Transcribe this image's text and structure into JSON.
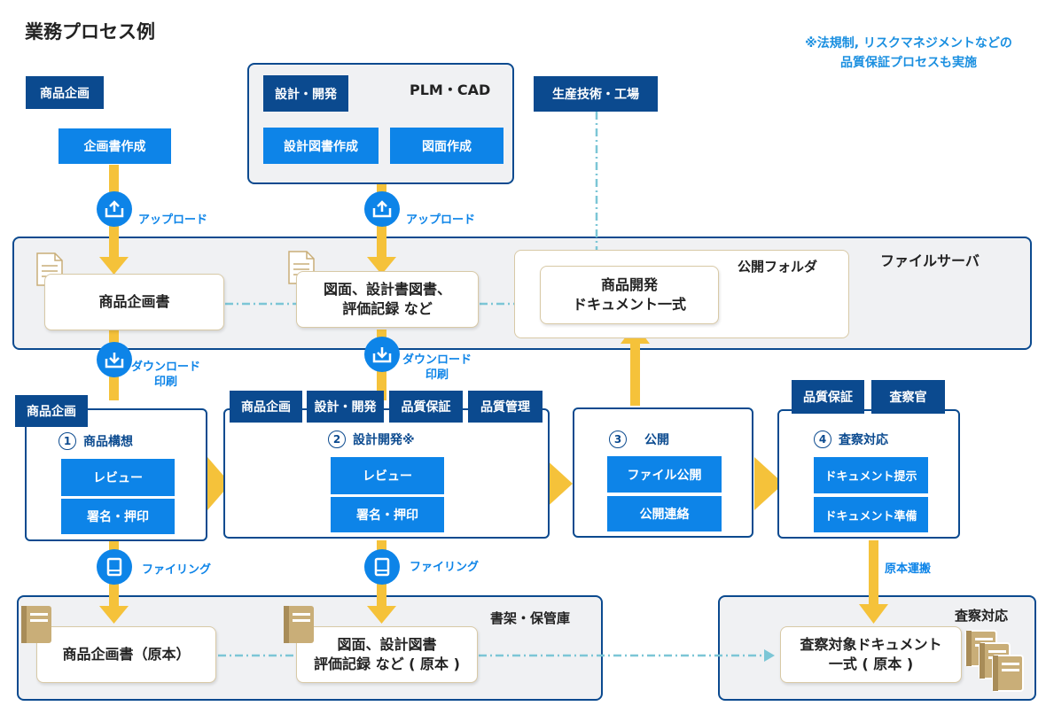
{
  "title": "業務プロセス例",
  "note": {
    "line1": "※法規制, リスクマネジメントなどの",
    "line2": "品質保証プロセスも実施"
  },
  "top": {
    "shohin_kikaku": "商品企画",
    "kikakusho_sakusei": "企画書作成",
    "plm_cad": "PLM・CAD",
    "sekkei_kaihatsu": "設計・開発",
    "sekkei_zusho_sakusei": "設計図書作成",
    "zumen_sakusei": "図面作成",
    "seisan_gijutsu": "生産技術・工場"
  },
  "upload_label": "アップロード",
  "download_label": {
    "line1": "ダウンロード",
    "line2": "印刷"
  },
  "filing_label": "ファイリング",
  "transport_label": "原本運搬",
  "server": {
    "title": "ファイルサーバ",
    "public_folder": "公開フォルダ",
    "doc1": "商品企画書",
    "doc2_line1": "図面、設計書図書、",
    "doc2_line2": "評価記録 など",
    "doc3_line1": "商品開発",
    "doc3_line2": "ドキュメント一式"
  },
  "stages": {
    "s1": {
      "tag": "商品企画",
      "num": "1",
      "title": "商品構想",
      "items": [
        "レビュー",
        "署名・押印"
      ]
    },
    "s2": {
      "tags": [
        "商品企画",
        "設計・開発",
        "品質保証",
        "品質管理"
      ],
      "num": "2",
      "title": "設計開発※",
      "items": [
        "レビュー",
        "署名・押印"
      ]
    },
    "s3": {
      "num": "3",
      "title": "公開",
      "items": [
        "ファイル公開",
        "公開連絡"
      ]
    },
    "s4": {
      "tags": [
        "品質保証",
        "査察官"
      ],
      "num": "4",
      "title": "査察対応",
      "items": [
        "ドキュメント提示",
        "ドキュメント準備"
      ]
    }
  },
  "shelf": {
    "title": "書架・保管庫",
    "doc1": "商品企画書（原本）",
    "doc2_line1": "図面、設計図書",
    "doc2_line2": "評価記録 など ( 原本 )"
  },
  "inspection": {
    "title": "査察対応",
    "doc_line1": "査察対象ドキュメント",
    "doc_line2": "一式 ( 原本 )"
  },
  "colors": {
    "dark_blue": "#0b4a8f",
    "mid_blue": "#0d84e8",
    "yellow": "#f5c23a",
    "dash_cyan": "#7cc6d6",
    "book_tan": "#c9ae78"
  }
}
